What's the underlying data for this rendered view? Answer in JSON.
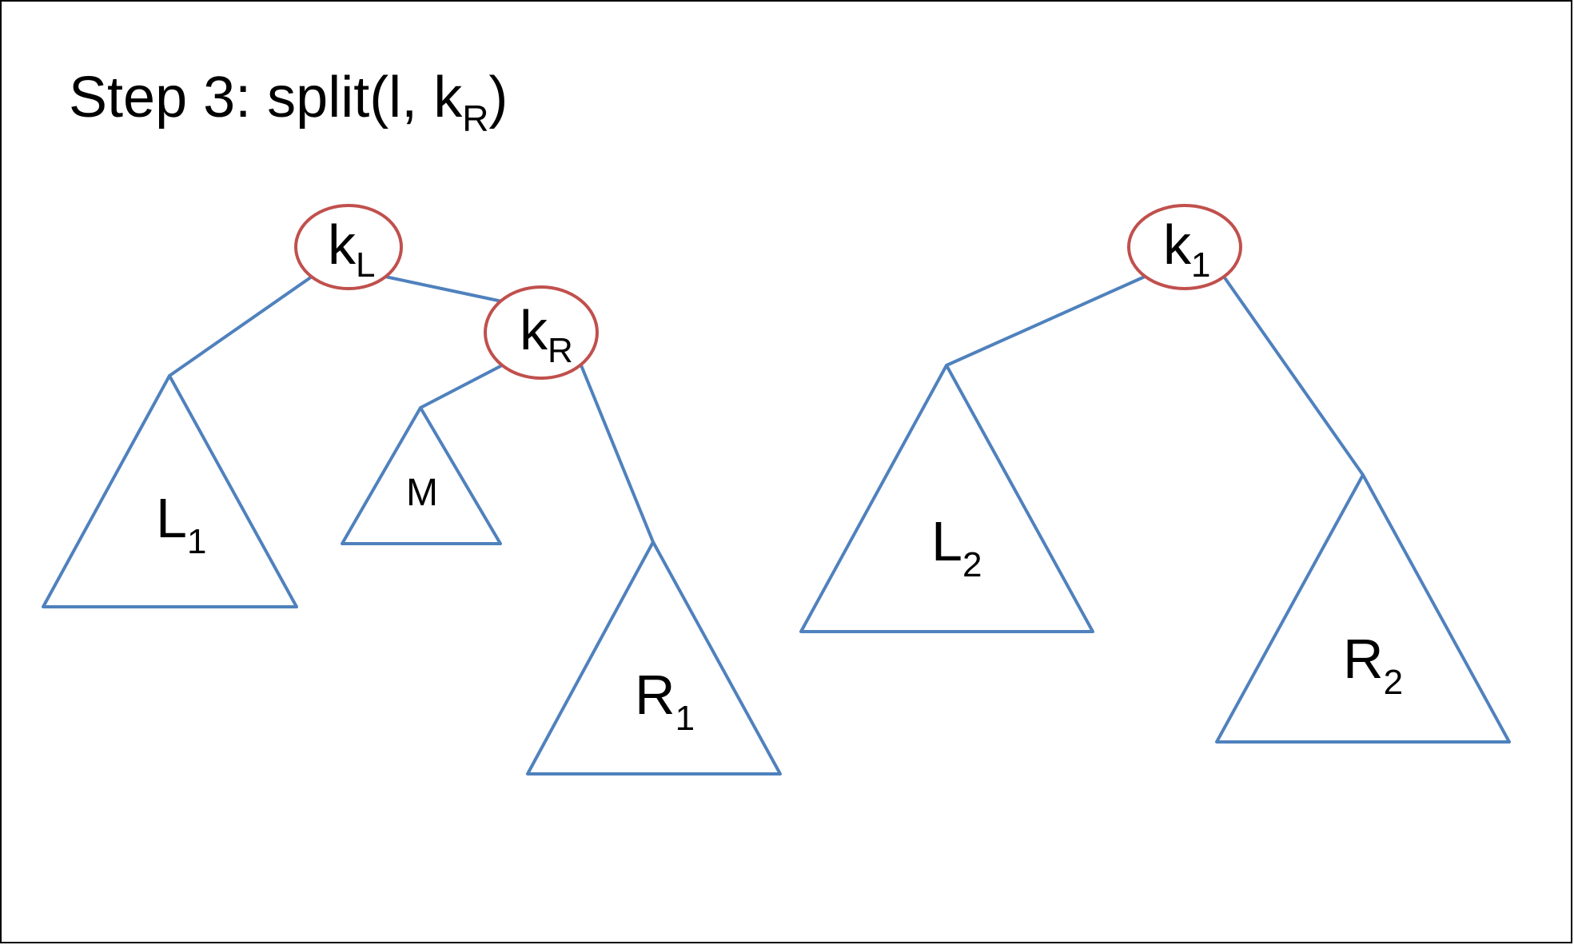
{
  "title": {
    "main": "Step 3: split(l, k",
    "sub": "R",
    "close": ")"
  },
  "nodes": {
    "kL": {
      "main": "k",
      "sub": "L"
    },
    "kR": {
      "main": "k",
      "sub": "R"
    },
    "k1": {
      "main": "k",
      "sub": "1"
    }
  },
  "subtrees": {
    "L1": {
      "main": "L",
      "sub": "1"
    },
    "M": {
      "main": "M"
    },
    "R1": {
      "main": "R",
      "sub": "1"
    },
    "L2": {
      "main": "L",
      "sub": "2"
    },
    "R2": {
      "main": "R",
      "sub": "2"
    }
  },
  "colors": {
    "edge": "#4F81BD",
    "node_outline": "#C0504D",
    "text": "#000000",
    "frame": "#000000",
    "background": "#FFFFFF"
  }
}
